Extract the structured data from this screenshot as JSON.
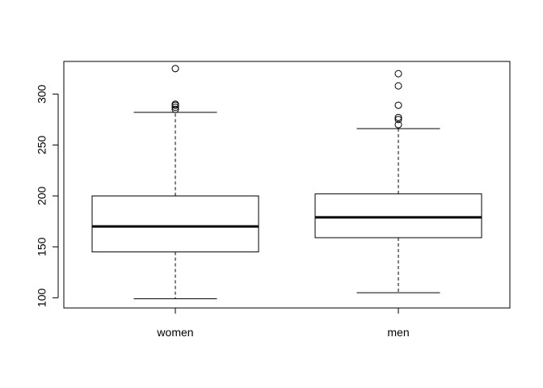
{
  "chart_data": {
    "type": "boxplot",
    "title": "",
    "xlabel": "",
    "ylabel": "",
    "ylim": [
      90,
      332
    ],
    "yticks": [
      100,
      150,
      200,
      250,
      300
    ],
    "categories": [
      "women",
      "men"
    ],
    "series": [
      {
        "whisker_low": 99,
        "q1": 145,
        "median": 170,
        "q3": 200,
        "whisker_high": 282,
        "outliers": [
          285,
          287,
          289,
          290,
          325
        ]
      },
      {
        "whisker_low": 105,
        "q1": 159,
        "median": 179,
        "q3": 202,
        "whisker_high": 266,
        "outliers": [
          270,
          275,
          277,
          289,
          308,
          320
        ]
      }
    ],
    "grid": false,
    "legend": "none",
    "colors": {
      "stroke": "#000000",
      "fill": "#ffffff"
    }
  }
}
